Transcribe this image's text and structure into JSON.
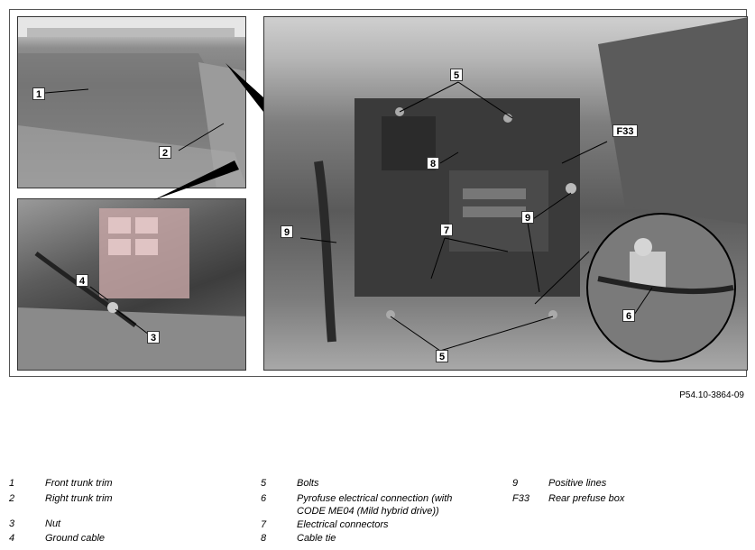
{
  "figure": {
    "code": "P54.10-3864-09",
    "callouts": {
      "c1": "1",
      "c2": "2",
      "c3": "3",
      "c4": "4",
      "c5a": "5",
      "c5b": "5",
      "c6": "6",
      "c7": "7",
      "c8": "8",
      "c9a": "9",
      "c9b": "9",
      "cf33": "F33"
    }
  },
  "legend": [
    {
      "num": "1",
      "text": "Front trunk trim"
    },
    {
      "num": "2",
      "text": "Right trunk trim"
    },
    {
      "num": "3",
      "text": "Nut"
    },
    {
      "num": "4",
      "text": "Ground cable"
    },
    {
      "num": "5",
      "text": "Bolts"
    },
    {
      "num": "6",
      "text": "Pyrofuse electrical connection (with CODE ME04 (Mild hybrid drive))"
    },
    {
      "num": "7",
      "text": "Electrical connectors"
    },
    {
      "num": "8",
      "text": "Cable tie"
    },
    {
      "num": "9",
      "text": "Positive lines"
    },
    {
      "num": "F33",
      "text": "Rear prefuse box"
    }
  ]
}
